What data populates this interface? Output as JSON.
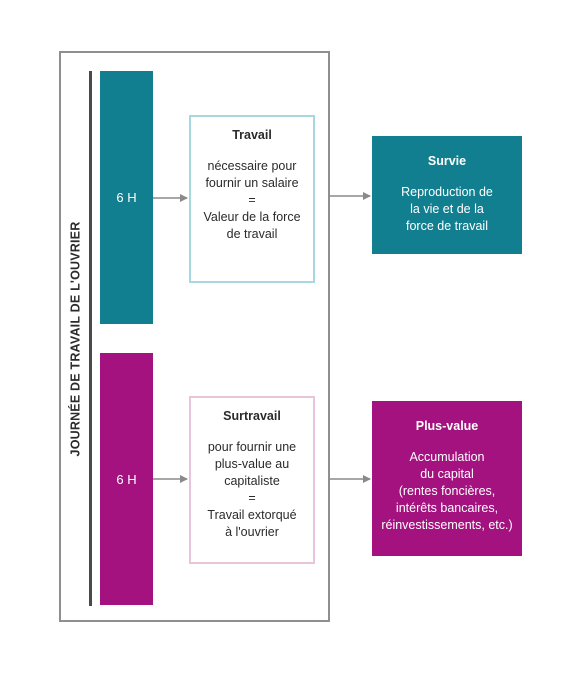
{
  "colors": {
    "teal": "#117f8f",
    "magenta": "#a3127f",
    "teal_border": "#a7d7df",
    "magenta_border": "#e8c3dc",
    "frame": "#8f8f8f",
    "arrow": "#8a8a8a"
  },
  "vertical_label": "JOURNÉE DE TRAVAIL DE L'OUVRIER",
  "rows": [
    {
      "hours": "6 H",
      "box": {
        "title": "Travail",
        "lines": [
          "nécessaire pour",
          "fournir un salaire",
          "=",
          "Valeur de la force",
          "de travail"
        ]
      },
      "result": {
        "title": "Survie",
        "lines": [
          "Reproduction de",
          "la vie et de la",
          "force de travail"
        ]
      }
    },
    {
      "hours": "6 H",
      "box": {
        "title": "Surtravail",
        "lines": [
          "pour fournir une",
          "plus-value au",
          "capitaliste",
          "=",
          "Travail extorqué",
          "à l'ouvrier"
        ]
      },
      "result": {
        "title": "Plus-value",
        "lines": [
          "Accumulation",
          "du capital",
          "(rentes foncières,",
          "intérêts bancaires,",
          "réinvestissements, etc.)"
        ]
      }
    }
  ]
}
